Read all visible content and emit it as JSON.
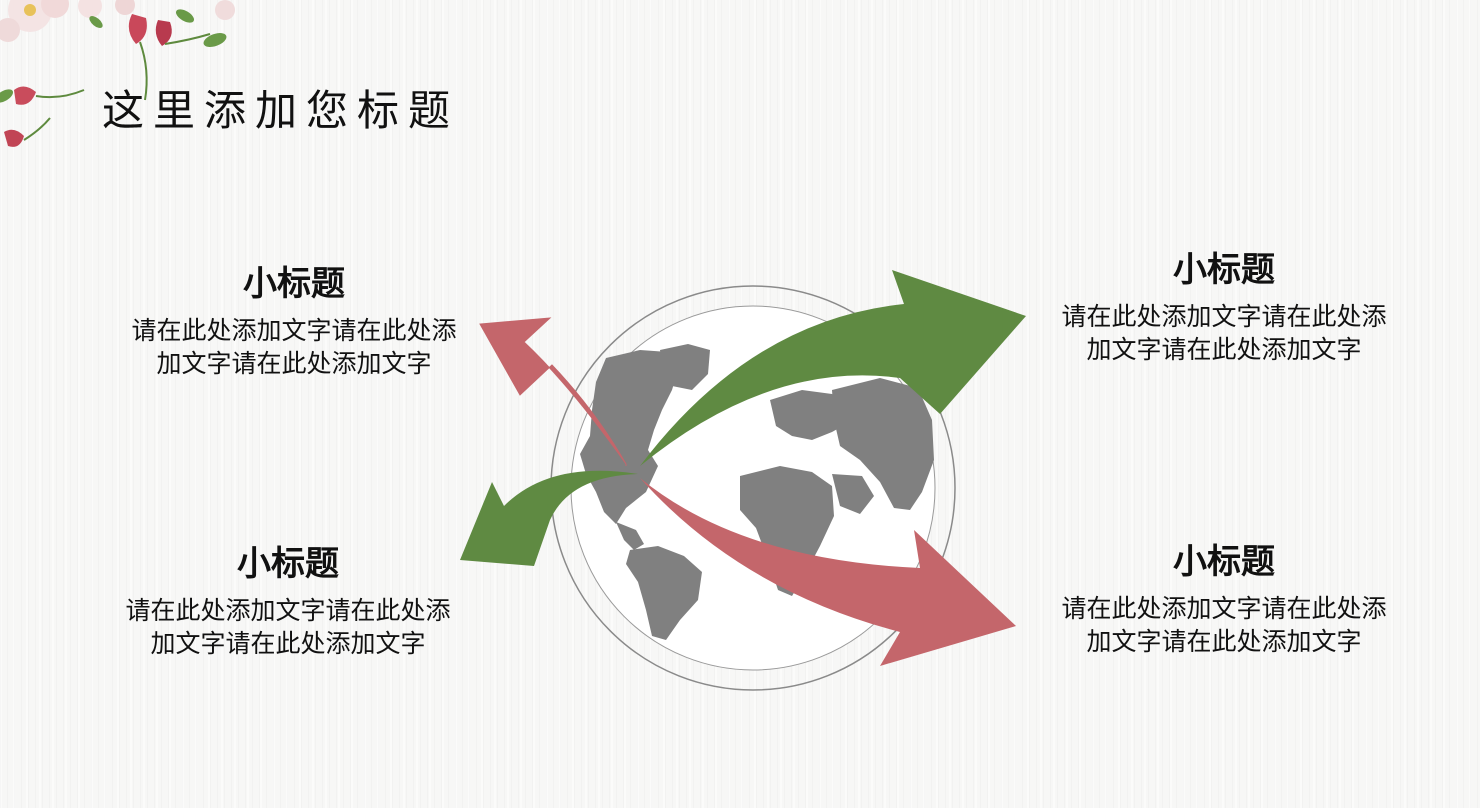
{
  "slide": {
    "title": "这里添加您标题"
  },
  "blocks": [
    {
      "subtitle": "小标题",
      "body": "请在此处添加文字请在此处添加文字请在此处添加文字"
    },
    {
      "subtitle": "小标题",
      "body": "请在此处添加文字请在此处添加文字请在此处添加文字"
    },
    {
      "subtitle": "小标题",
      "body": "请在此处添加文字请在此处添加文字请在此处添加文字"
    },
    {
      "subtitle": "小标题",
      "body": "请在此处添加文字请在此处添加文字请在此处添加文字"
    }
  ],
  "colors": {
    "green_arrow": "#5f8a42",
    "red_arrow": "#c4666b",
    "globe_land": "#808080",
    "globe_ring": "#8a8a8a"
  },
  "icons": {
    "decoration": "floral-corner-icon",
    "center": "globe-with-arrows-icon"
  }
}
